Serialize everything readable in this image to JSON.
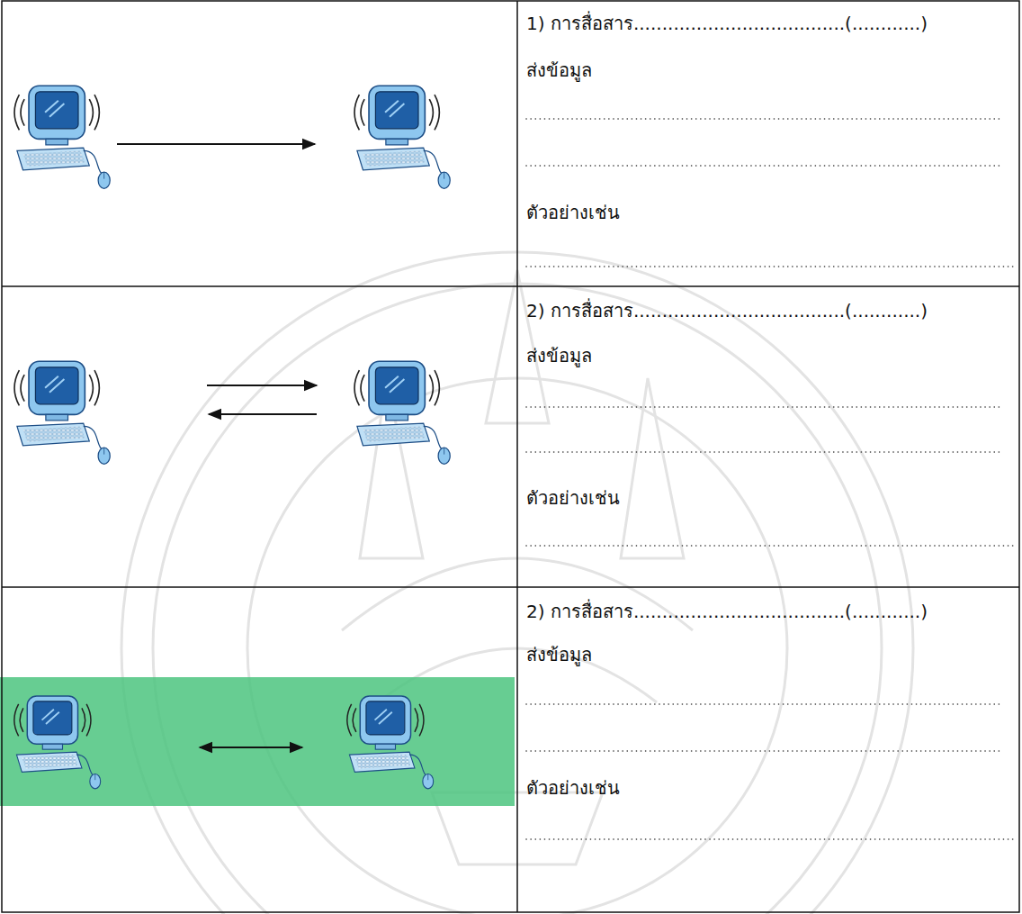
{
  "diagram": {
    "nodes": [
      {
        "text": [
          "1) การสื่อสาร.....................................(............)",
          "ส่งข้อมูล",
          "ตัวอย่างเช่น"
        ]
      },
      {
        "text": [
          "2) การสื่อสาร.....................................(............)",
          "ส่งข้อมูล",
          "ตัวอย่างเช่น"
        ]
      },
      {
        "text": [
          "2) การสื่อสาร.....................................(............)",
          "ส่งข้อมูล",
          "ตัวอย่างเช่น"
        ]
      }
    ]
  }
}
